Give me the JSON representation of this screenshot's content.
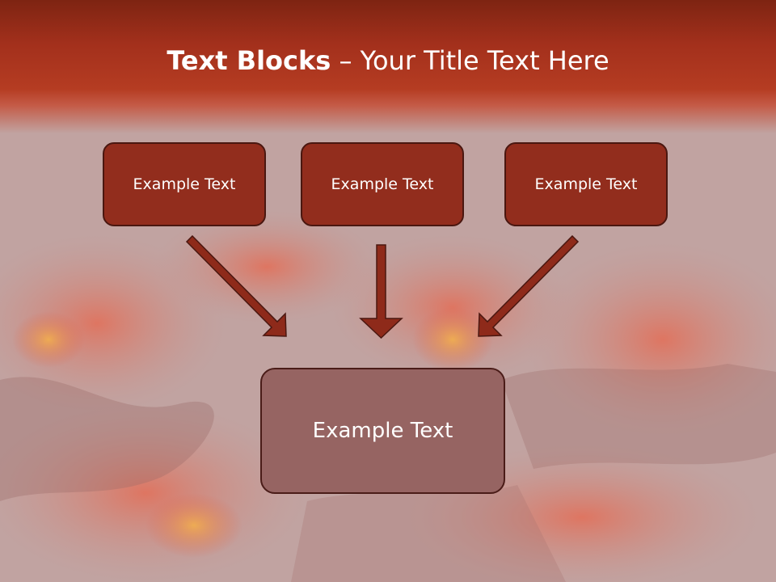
{
  "slide": {
    "title_bold": "Text Blocks",
    "title_dash": " – ",
    "title_rest": "Your Title Text Here"
  },
  "blocks": {
    "top": [
      "Example Text",
      "Example Text",
      "Example Text"
    ],
    "bottom": "Example Text"
  },
  "colors": {
    "header": "#a3301c",
    "box_fill": "#922d1d",
    "box_border": "#4a1710",
    "bottom_box_fill": "#966462",
    "arrow": "#8e2a1a",
    "arrow_outline": "#4a1710"
  },
  "icons": [
    "down-right-arrow-icon",
    "down-arrow-icon",
    "down-left-arrow-icon"
  ]
}
